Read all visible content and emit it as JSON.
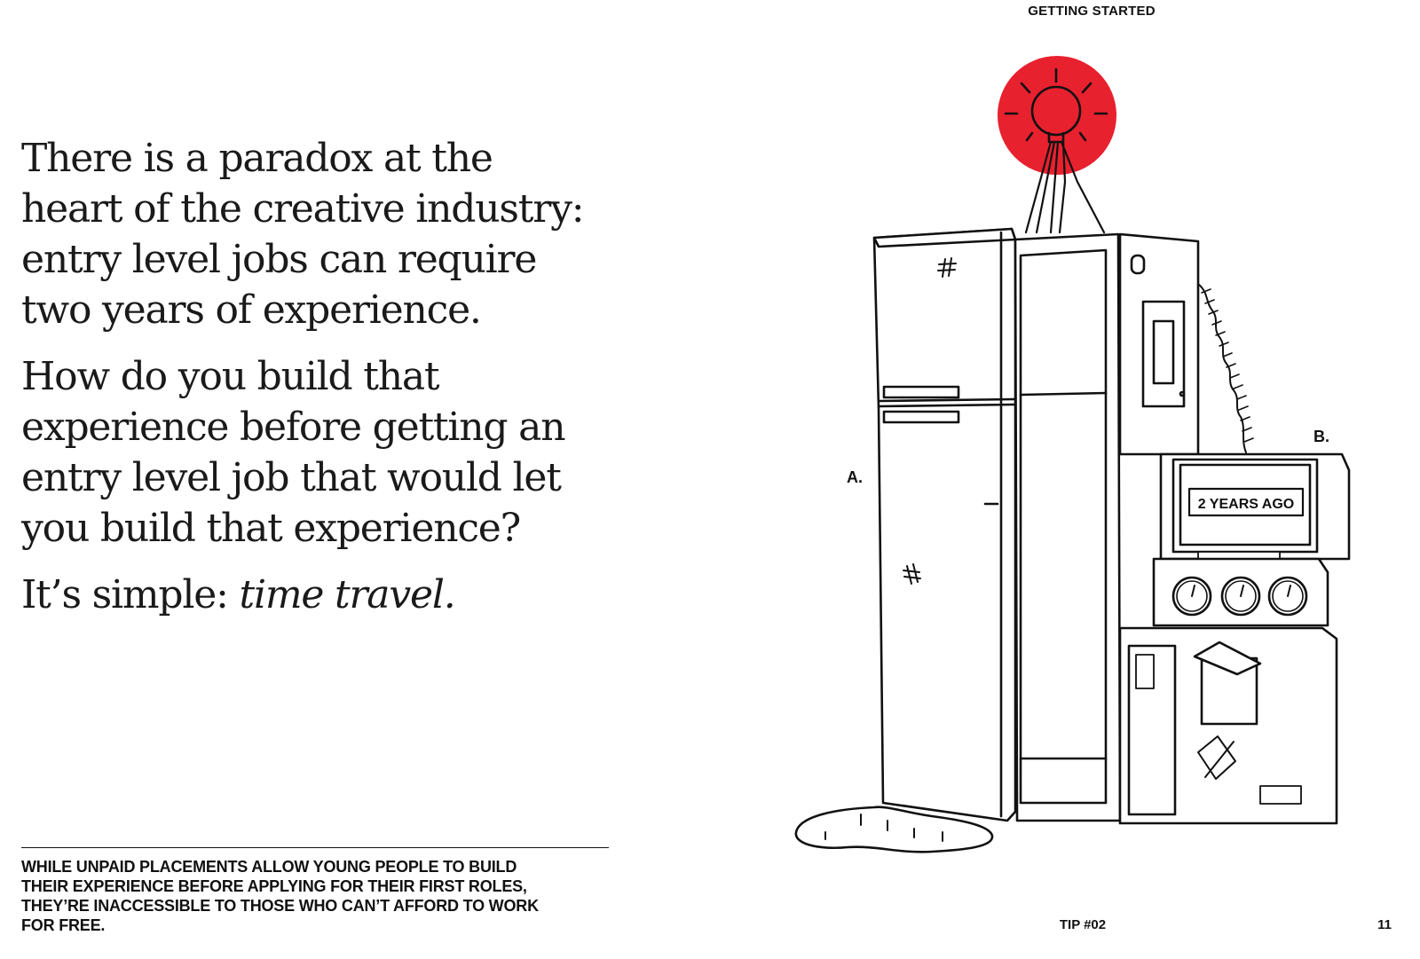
{
  "header": {
    "section": "GETTING STARTED"
  },
  "main": {
    "paragraphs": [
      {
        "lines": [
          "There is a paradox at the",
          "heart of the creative industry:",
          "entry level jobs can require",
          "two years of experience."
        ]
      },
      {
        "lines": [
          "How do you build that",
          "experience before getting an",
          "entry level job that would let",
          "you build that experience?"
        ]
      }
    ],
    "closing": {
      "prefix": "It’s simple: ",
      "emphasis": "time travel."
    }
  },
  "footnote": {
    "lines": [
      "WHILE UNPAID PLACEMENTS ALLOW YOUNG PEOPLE TO BUILD",
      "THEIR EXPERIENCE BEFORE APPLYING FOR THEIR FIRST ROLES,",
      "THEY’RE INACCESSIBLE TO THOSE WHO CAN’T AFFORD TO WORK",
      "FOR FREE."
    ]
  },
  "illustration": {
    "label_a": "A.",
    "label_b": "B.",
    "screen_text": "2 YEARS AGO",
    "colors": {
      "bulb_glow": "#e8212f",
      "ink": "#111111"
    }
  },
  "footer": {
    "tip": "TIP #02",
    "page": "11"
  }
}
